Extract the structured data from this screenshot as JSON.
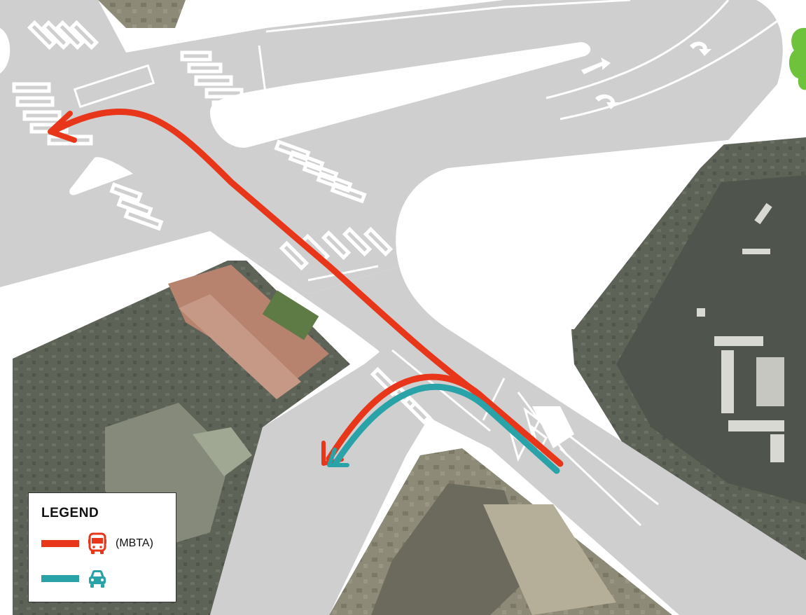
{
  "legend": {
    "title": "LEGEND",
    "items": [
      {
        "icon": "bus-icon",
        "mode": "bus",
        "label": "(MBTA)",
        "color": "#e8361a"
      },
      {
        "icon": "car-icon",
        "mode": "car",
        "label": "",
        "color": "#2aa3a8"
      }
    ]
  },
  "colors": {
    "road": "#cfcfcf",
    "sidewalk": "#ffffff",
    "markings": "#ffffff",
    "roof_dark": "#5b6055",
    "roof_light": "#8c8f84",
    "brick": "#b7836e",
    "grass": "#5e7a45",
    "tree": "#6fc23c"
  }
}
